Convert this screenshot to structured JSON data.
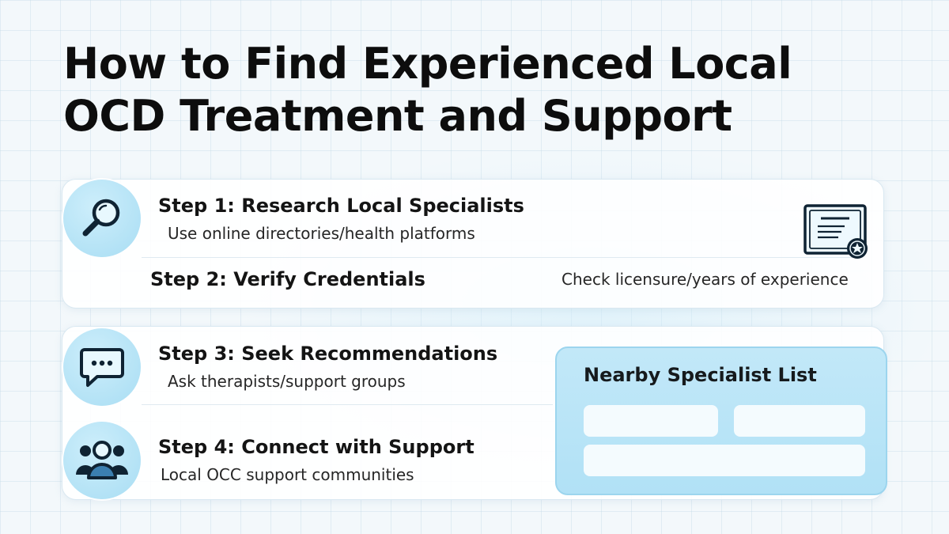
{
  "title": {
    "line1": "How to Find Experienced Local",
    "line2": "OCD Treatment and Support"
  },
  "steps": [
    {
      "title": "Step 1: Research Local Specialists",
      "subtitle": "Use online directories/health platforms",
      "icon": "search-icon"
    },
    {
      "title": "Step 2: Verify Credentials",
      "subtitle": "Check licensure/years of experience",
      "icon": "certificate-icon"
    },
    {
      "title": "Step 3: Seek Recommendations",
      "subtitle": "Ask therapists/support groups",
      "icon": "chat-bubble-icon"
    },
    {
      "title": "Step 4: Connect with Support",
      "subtitle": "Local OCC support communities",
      "icon": "group-icon"
    }
  ],
  "specialist_list": {
    "title": "Nearby Specialist List"
  },
  "colors": {
    "icon_circle": "#a8ddf3",
    "card": "#b1e1f6",
    "icon_stroke": "#0f2333",
    "group_accent": "#3b7fb0"
  }
}
